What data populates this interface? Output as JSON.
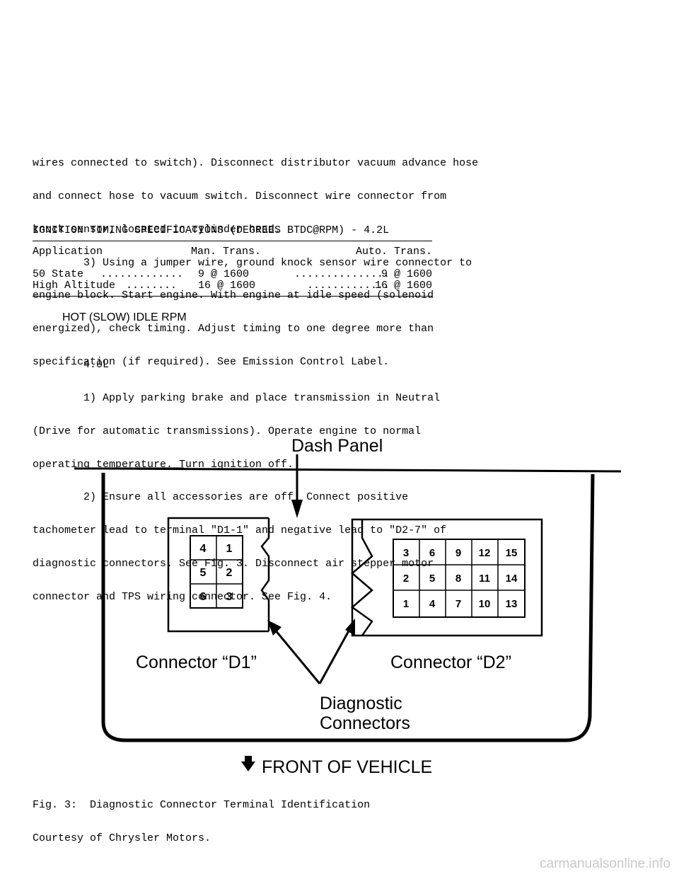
{
  "intro_lines": [
    "wires connected to switch). Disconnect distributor vacuum advance hose",
    "and connect hose to vacuum switch. Disconnect wire connector from",
    "knock sensor, located in cylinder head.",
    "        3) Using a jumper wire, ground knock sensor wire connector to",
    "engine block. Start engine. With engine at idle speed (solenoid",
    "energized), check timing. Adjust timing to one degree more than",
    "specification (if required). See Emission Control Label."
  ],
  "spec_table": {
    "title": "IGNITION TIMING SPECIFICATIONS (DEGREES BTDC@RPM) - 4.2L",
    "headers": [
      "Application",
      "Man. Trans.",
      "Auto. Trans."
    ],
    "rows": [
      {
        "app": "50 State",
        "dots1": ".............",
        "man": "9 @ 1600",
        "dots2": "...............",
        "auto": "9 @ 1600"
      },
      {
        "app": "High Altitude",
        "dots1": "........",
        "man": "16 @ 1600",
        "dots2": ".............",
        "auto": "16 @ 1600"
      }
    ]
  },
  "section_heading": "HOT (SLOW) IDLE RPM",
  "body_lines": [
    "        4.0L",
    "        1) Apply parking brake and place transmission in Neutral",
    "(Drive for automatic transmissions). Operate engine to normal",
    "operating temperature. Turn ignition off.",
    "        2) Ensure all accessories are off. Connect positive",
    "tachometer lead to terminal \"D1-1\" and negative lead to \"D2-7\" of",
    "diagnostic connectors. See Fig. 3. Disconnect air stepper motor",
    "connector and TPS wiring connector. See Fig. 4."
  ],
  "figure": {
    "dash_label": "Dash Panel",
    "d1_label": "Connector “D1”",
    "d2_label": "Connector “D2”",
    "diag_line1": "Diagnostic",
    "diag_line2": "Connectors",
    "front_label": "FRONT OF VEHICLE",
    "d1_pins": [
      [
        "4",
        "1"
      ],
      [
        "5",
        "2"
      ],
      [
        "6",
        "3"
      ]
    ],
    "d2_pins": [
      [
        "3",
        "6",
        "9",
        "12",
        "15"
      ],
      [
        "2",
        "5",
        "8",
        "11",
        "14"
      ],
      [
        "1",
        "4",
        "7",
        "10",
        "13"
      ]
    ]
  },
  "caption_lines": [
    "Fig. 3:  Diagnostic Connector Terminal Identification",
    "Courtesy of Chrysler Motors."
  ],
  "watermark": "carmanualsonline.info"
}
